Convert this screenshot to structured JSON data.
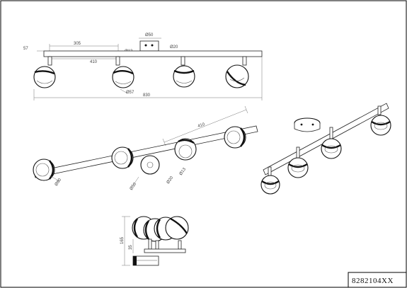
{
  "drawing": {
    "model_code": "8282104XX",
    "front_view": {
      "dim_spacing": "305",
      "dim_mount_dia": "Ø50",
      "dim_height": "57",
      "dim_stem_dia": "Ø13",
      "dim_rod_dia": "Ø20",
      "dim_pitch": "410",
      "dim_globe_dia": "Ø57",
      "dim_total_length": "830"
    },
    "plan_view": {
      "dim_pitch": "410",
      "dim_globe_dia": "Ø80",
      "dim_base_dia": "Ø50",
      "dim_stem_dia_a": "Ø20",
      "dim_stem_dia_b": "Ø13"
    },
    "side_view": {
      "dim_height": "165",
      "dim_depth": "35"
    }
  }
}
